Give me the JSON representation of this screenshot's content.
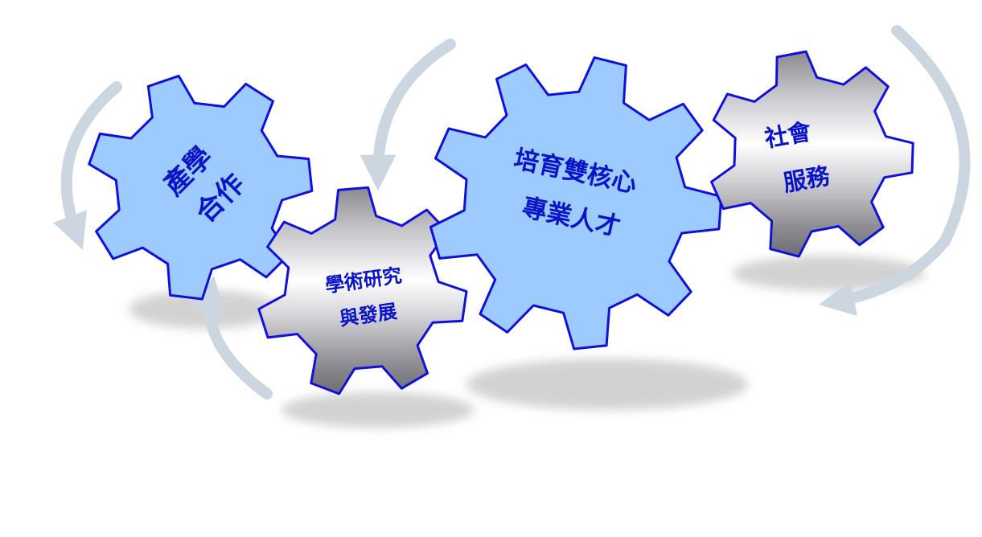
{
  "diagram": {
    "gears": [
      {
        "id": "industry",
        "lines": [
          "產學",
          "合作"
        ],
        "style": "light-blue"
      },
      {
        "id": "research",
        "lines": [
          "學術研究",
          "與發展"
        ],
        "style": "metallic"
      },
      {
        "id": "core",
        "lines": [
          "培育雙核心",
          "專業人才"
        ],
        "style": "light-blue"
      },
      {
        "id": "service",
        "lines": [
          "社會",
          "服務"
        ],
        "style": "metallic"
      }
    ],
    "colors": {
      "gear_blue_fill": "#9ecbff",
      "gear_outline": "#1010dd",
      "label_text": "#0a14c8",
      "arrow": "#ccd6e0",
      "shadow": "#c4c4c4"
    }
  }
}
